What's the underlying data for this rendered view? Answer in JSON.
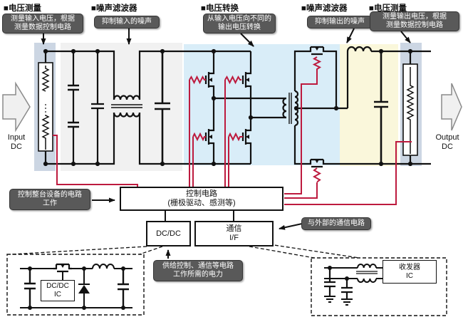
{
  "colors": {
    "accent_red": "#bd1a3e",
    "band_measure": "#ccd6e3",
    "band_filter_in": "#f1f1f1",
    "band_convert": "#d9edf8",
    "band_filter_out": "#faf7db",
    "callout_bg": "#595959"
  },
  "sections": {
    "measure_in": {
      "header": "■电压测量",
      "callout": "测量输入电压，根据\n测量数据控制电路"
    },
    "filter_in": {
      "header": "■噪声滤波器",
      "callout": "抑制输入的噪声"
    },
    "convert": {
      "header": "■电压转换",
      "callout": "从输入电压向不同的\n输出电压转换"
    },
    "filter_out": {
      "header": "■噪声滤波器",
      "callout": "抑制输出的噪声"
    },
    "measure_out": {
      "header": "■电压测量",
      "callout": "测量输出电压，根据\n测量数据控制电路"
    }
  },
  "io": {
    "input_label": "Input\nDC",
    "output_label": "Output\nDC"
  },
  "blocks": {
    "control": "控制电路\n(栅极驱动、感测等)",
    "dcdc": "DC/DC",
    "comm_if": "通信\nI/F",
    "dcdc_ic": "DC/DC\nIC",
    "transceiver_ic": "收发器\nIC"
  },
  "callouts": {
    "control": "控制整台设备的电路\n工作",
    "power": "供给控制、通信等电路\n工作所需的电力",
    "external": "与外部的通信电路"
  }
}
